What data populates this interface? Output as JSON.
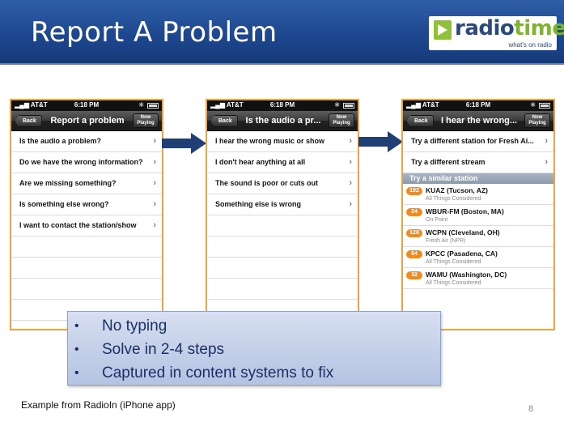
{
  "slide": {
    "title": "Report A Problem",
    "logo": {
      "word_a": "radio",
      "word_b": "time",
      "tagline": "what's on radio"
    },
    "footer": "Example from RadioIn (iPhone app)",
    "page_number": "8"
  },
  "status": {
    "carrier": "AT&T",
    "time": "6:18 PM"
  },
  "phones": [
    {
      "back": "Back",
      "title": "Report a problem",
      "now_playing": "Now\nPlaying",
      "rows": [
        "Is the audio a problem?",
        "Do we have the wrong information?",
        "Are we missing something?",
        "Is something else wrong?",
        "I want to contact the station/show"
      ]
    },
    {
      "back": "Back",
      "title": "Is the audio a pr...",
      "now_playing": "Now\nPlaying",
      "rows": [
        "I hear the wrong music or show",
        "I don't hear anything at all",
        "The sound is poor or cuts out",
        "Something else is wrong"
      ]
    },
    {
      "back": "Back",
      "title": "I hear the wrong...",
      "now_playing": "Now\nPlaying",
      "rows": [
        "Try a different station for Fresh Ai...",
        "Try a different stream"
      ],
      "section": "Try a similar station",
      "stations": [
        {
          "badge": "192",
          "name": "KUAZ (Tucson, AZ)",
          "sub": "All Things Considered"
        },
        {
          "badge": "24",
          "name": "WBUR-FM (Boston, MA)",
          "sub": "On Point"
        },
        {
          "badge": "128",
          "name": "WCPN (Cleveland, OH)",
          "sub": "Fresh Air (NPR)"
        },
        {
          "badge": "64",
          "name": "KPCC (Pasadena, CA)",
          "sub": "All Things Considered"
        },
        {
          "badge": "32",
          "name": "WAMU (Washington, DC)",
          "sub": "All Things Considered"
        }
      ]
    }
  ],
  "callout": {
    "bullets": [
      "No typing",
      "Solve in 2-4 steps",
      "Captured in content systems to fix"
    ]
  },
  "colors": {
    "header": "#1d4890",
    "phone_border": "#f0a23c",
    "badge": "#f08a1c",
    "arrow": "#1f3f75"
  }
}
